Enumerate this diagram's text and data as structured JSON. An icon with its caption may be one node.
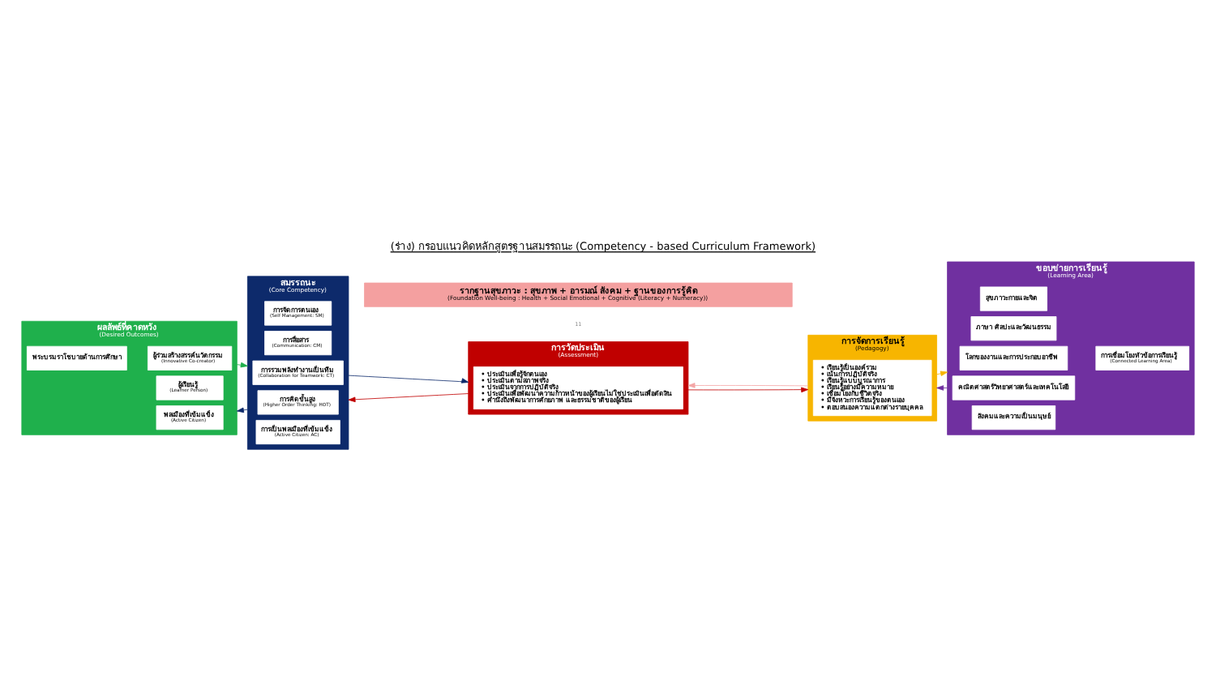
{
  "diagram": {
    "title": "(ร่าง) กรอบแนวคิดหลักสูตรฐานสมรรถนะ (Competency - based Curriculum Framework)",
    "nodes": [
      {
        "text": [
          "ผลลัพธ์ที่คาดหวัง",
          "(Desired Outcomes)"
        ]
      },
      {
        "text": [
          "พระบรมราโชบายด้านการศึกษา"
        ],
        "in": 0
      },
      {
        "text": [
          "ผู้เรียนรู้",
          "(Learner Person)"
        ],
        "in": 0
      },
      {
        "text": [
          "ผู้ร่วมสร้างสรรค์นวัตกรรม",
          "(Innovative Co-creator)"
        ],
        "in": 0
      },
      {
        "text": [
          "พลเมืองที่เข้มแข็ง",
          "(Active Citizen)"
        ],
        "in": 0
      },
      {
        "text": [
          "สมรรถนะ",
          "(Core Competency)"
        ]
      },
      {
        "text": [
          "การจัดการตนเอง",
          "(Self Management: SM)"
        ],
        "in": 5
      },
      {
        "text": [
          "การสื่อสาร",
          "(Communication: CM)"
        ],
        "in": 5
      },
      {
        "text": [
          "การรวมพลังทำงานเป็นทีม",
          "(Collaboration for Teamwork: CT)"
        ],
        "in": 5
      },
      {
        "text": [
          "การคิดขั้นสูง",
          "(Higher Order Thinking: HOT)"
        ],
        "in": 5
      },
      {
        "text": [
          "การเป็นพลเมืองที่เข้มแข็ง",
          "(Active Citizen: AC)"
        ],
        "in": 5
      },
      {
        "text": [
          "การวัดประเมิน",
          "(Assessment)"
        ]
      },
      {
        "text": [
          "• ประเมินเพื่อรู้จักตนเอง",
          "• ประเมินตามสภาพจริง",
          "• ประเมินจากการปฏิบัติจริง",
          "• ประเมินเพื่อพัฒนาความก้าวหน้าของผู้เรียนไม่ใช่ประเมินเพื่อตัดสิน",
          "• คำนึงถึงพัฒนาการศักยภาพ และธรรมชาติของผู้เรียน"
        ],
        "in": 11
      },
      {
        "text": [
          "การจัดการเรียนรู้",
          "(Pedagogy)"
        ]
      },
      {
        "text": [
          "• เรียนรู้เป็นองค์รวม",
          "• เน้นการปฏิบัติจริง",
          "• เรียนรู้แบบบูรณาการ",
          "• เรียนรู้อย่างมีความหมาย",
          "• เชื่อมโยงกับชีวิตจริง",
          "• มีจังหวะการเรียนรู้ของตนเอง",
          "• ตอบสนองความแตกต่างรายบุคคล"
        ],
        "in": 13
      },
      {
        "text": [
          "ขอบข่ายการเรียนรู้",
          "(Learning Area)"
        ]
      },
      {
        "text": [
          "สุขภาวะกายและจิต"
        ],
        "in": 15
      },
      {
        "text": [
          "ภาษา ศิลปะและวัฒนธรรม"
        ],
        "in": 15
      },
      {
        "text": [
          "โลกของงานและการประกอบอาชีพ"
        ],
        "in": 15
      },
      {
        "text": [
          "คณิตศาสตร์วิทยาศาสตร์และเทคโนโลยี"
        ],
        "in": 15
      },
      {
        "text": [
          "สังคมและความเป็นมนุษย์"
        ],
        "in": 15
      },
      {
        "text": [
          "การเชื่อมโยงหัวข้อการเรียนรู้",
          "(Connected Learning Area)"
        ],
        "in": 15
      },
      {
        "text": [
          "รากฐานสุขภาวะ : สุขภาพ + อารมณ์ สังคม + ฐานของการรู้คิด",
          "(Foundation Well-being : Health + Social Emotional + Cognitive (Literacy + Numeracy))"
        ]
      }
    ],
    "edges": [
      {
        "from": 0,
        "to": 5,
        "arrow": "to",
        "color": "#1fb04c"
      },
      {
        "from": 5,
        "to": 0,
        "arrow": "to",
        "color": "#0d2a6b"
      },
      {
        "from": 5,
        "to": 11,
        "arrow": "to",
        "color": "#0d2a6b"
      },
      {
        "from": 11,
        "to": 5,
        "arrow": "to",
        "color": "#c00000"
      },
      {
        "from": 11,
        "to": 13,
        "arrow": "to",
        "color": "#c00000"
      },
      {
        "from": 13,
        "to": 11,
        "arrow": "to",
        "color": "#f4a6a6"
      },
      {
        "from": 13,
        "to": 15,
        "arrow": "to",
        "color": "#f7b500"
      },
      {
        "from": 15,
        "to": 13,
        "arrow": "to",
        "color": "#7030a0"
      }
    ],
    "labels": [
      "11"
    ]
  }
}
